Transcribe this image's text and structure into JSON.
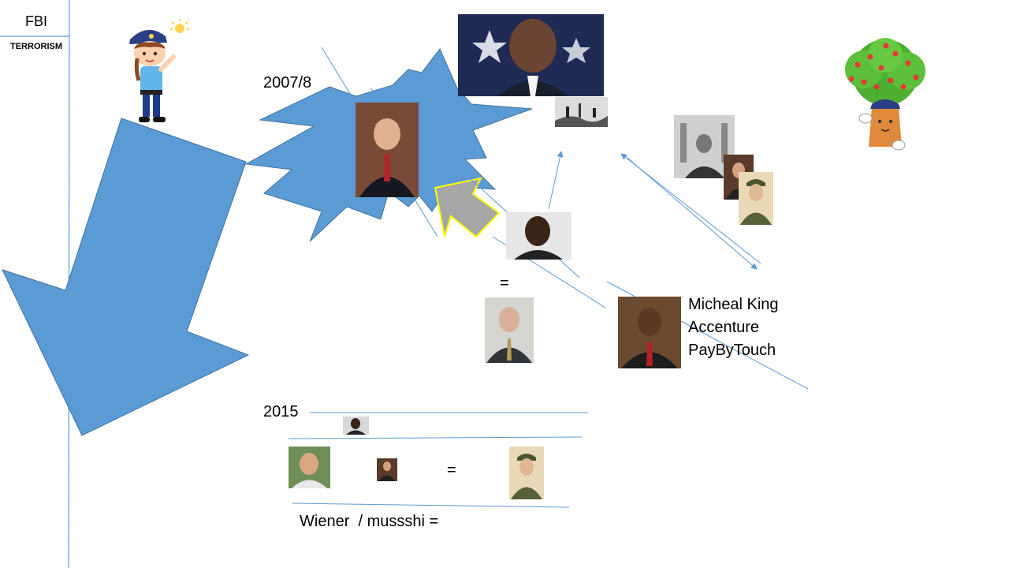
{
  "header": {
    "title": "FBI",
    "subtitle": "TERRORISM"
  },
  "labels": {
    "year_top": "2007/8",
    "year_bottom": "2015",
    "equals_mid": "=",
    "equals_bottom": "=",
    "formula": "Wiener  / mussshi ="
  },
  "annotation": {
    "lines": [
      "Micheal King",
      "Accenture",
      "PayByTouch"
    ]
  },
  "colors": {
    "shape_blue": "#5b9bd5",
    "shape_outline": "#41719c",
    "line_blue": "#5b9bd5",
    "gray_arrow": "#a6a6a6",
    "yellow_outline": "#ffff00"
  }
}
